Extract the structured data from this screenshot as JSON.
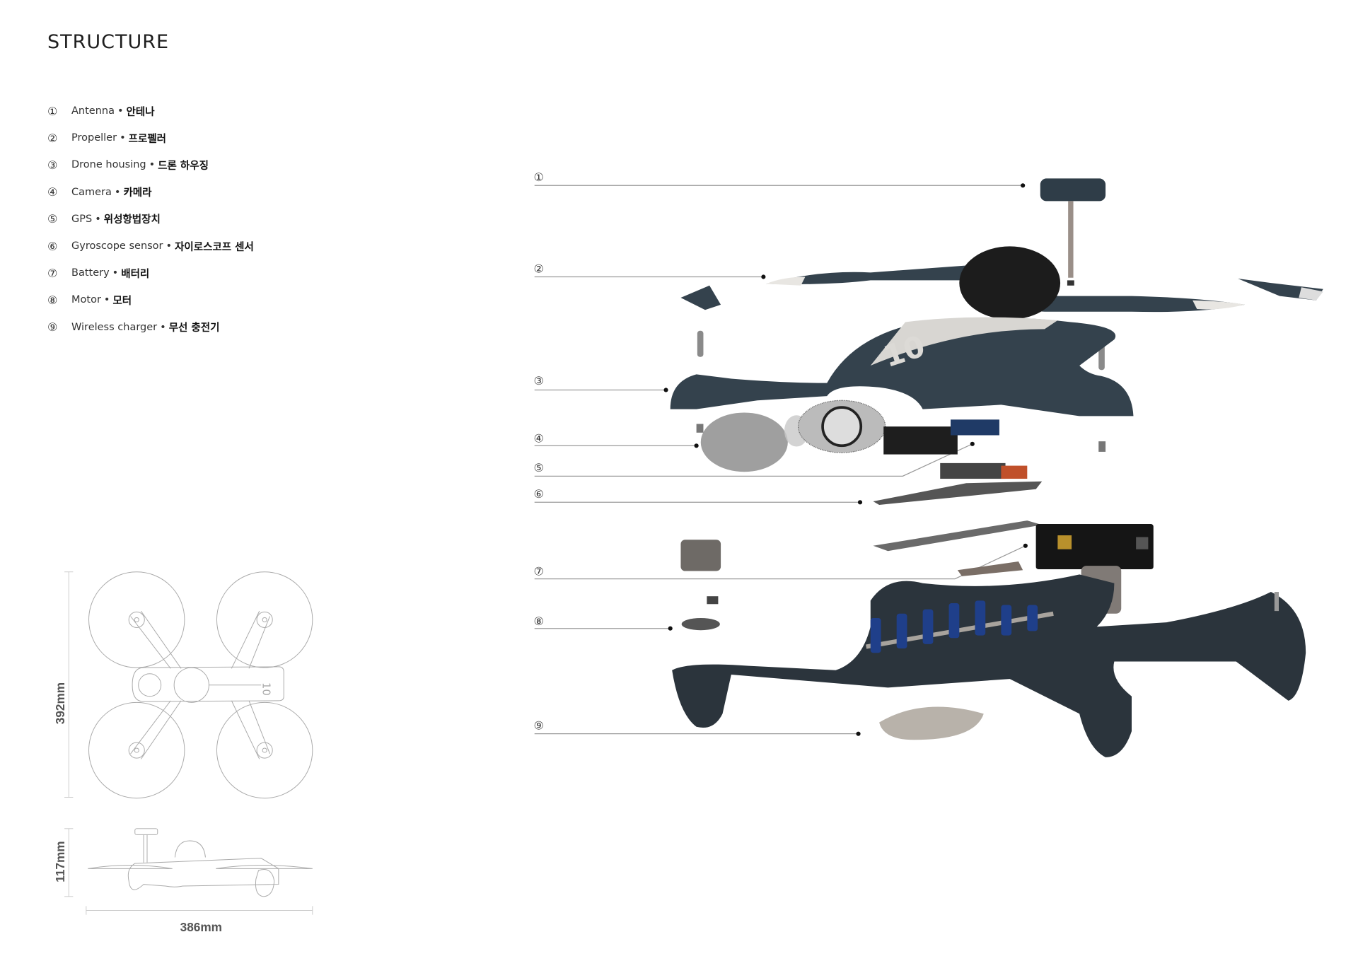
{
  "title": "STRUCTURE",
  "legend": [
    {
      "num": "①",
      "en": "Antenna",
      "ko": "안테나"
    },
    {
      "num": "②",
      "en": "Propeller",
      "ko": "프로펠러"
    },
    {
      "num": "③",
      "en": "Drone housing",
      "ko": "드론 하우징"
    },
    {
      "num": "④",
      "en": "Camera",
      "ko": "카메라"
    },
    {
      "num": "⑤",
      "en": "GPS",
      "ko": "위성항법장치"
    },
    {
      "num": "⑥",
      "en": "Gyroscope sensor",
      "ko": "자이로스코프 센서"
    },
    {
      "num": "⑦",
      "en": "Battery",
      "ko": "배터리"
    },
    {
      "num": "⑧",
      "en": "Motor",
      "ko": "모터"
    },
    {
      "num": "⑨",
      "en": "Wireless charger",
      "ko": "무선 충전기"
    }
  ],
  "bullet": "•",
  "callouts": [
    "①",
    "②",
    "③",
    "④",
    "⑤",
    "⑥",
    "⑦",
    "⑧",
    "⑨"
  ],
  "dimensions": {
    "height": "392mm",
    "depth": "117mm",
    "width": "386mm"
  },
  "decal_number": "10",
  "colors": {
    "housing": "#34424d",
    "accent_blue": "#1f3f8a",
    "line": "#999999"
  }
}
